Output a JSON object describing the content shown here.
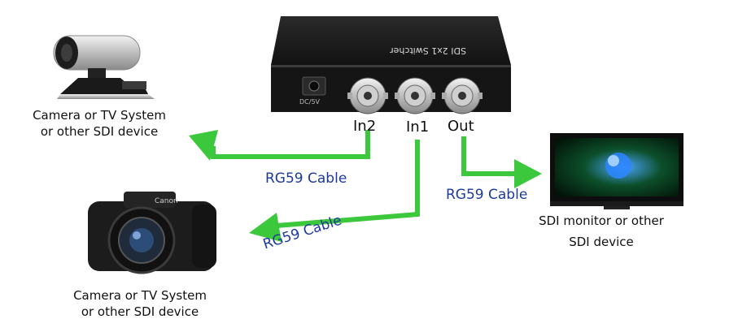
{
  "device": {
    "name": "SDI 2x1 Switcher",
    "power_label": "DC/5V",
    "ports": {
      "in2": "In2",
      "in1": "In1",
      "out": "Out"
    }
  },
  "sources": {
    "top": {
      "line1": "Camera or TV System",
      "line2": "or other SDI device"
    },
    "bottom": {
      "line1": "Camera or TV System",
      "line2": "or other SDI device"
    }
  },
  "monitor": {
    "line1": "SDI monitor or other",
    "line2": "SDI device"
  },
  "cables": {
    "in2": "RG59 Cable",
    "in1": "RG59 Cable",
    "out": "RG59 Cable"
  },
  "camera_brand": "Canon",
  "colors": {
    "arrow": "#3cc83c",
    "cable_text": "#1c3a9e",
    "device_body": "#1b1b1b"
  },
  "icons": [
    "webcam-icon",
    "dslr-camera-icon",
    "tv-monitor-icon",
    "bnc-connector-icon"
  ]
}
